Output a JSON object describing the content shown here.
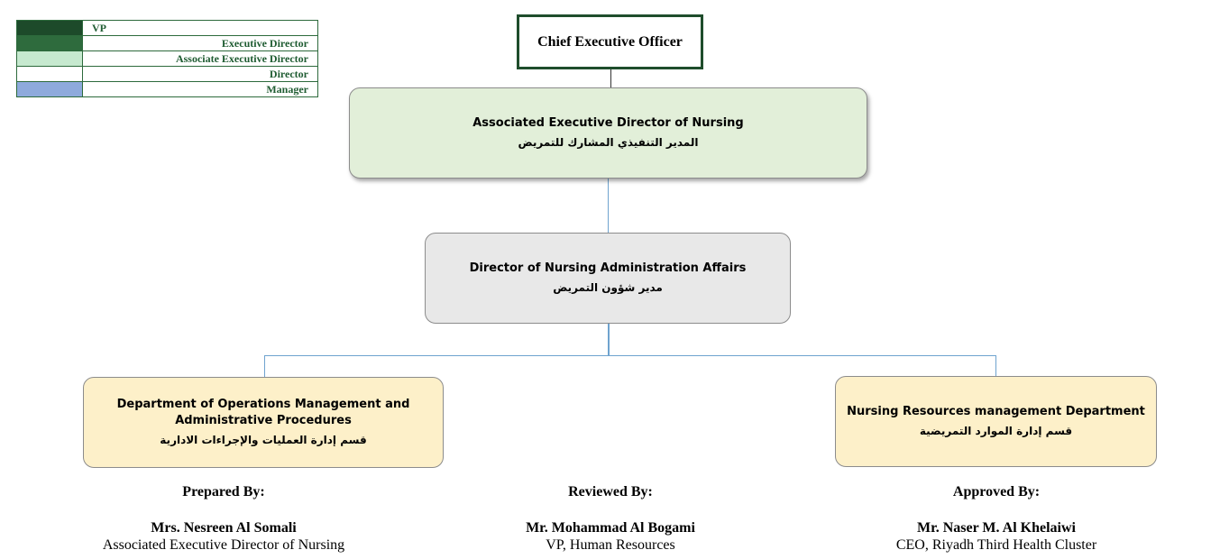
{
  "legend": [
    {
      "label": "VP",
      "color": "#1d4a2a"
    },
    {
      "label": "Executive Director",
      "color": "#2e6b3d"
    },
    {
      "label": "Associate Executive Director",
      "color": "#c6e9cf"
    },
    {
      "label": "Director",
      "color": "#ffffff"
    },
    {
      "label": "Manager",
      "color": "#8eaadc"
    }
  ],
  "org": {
    "ceo": "Chief Executive Officer",
    "aed": {
      "en": "Associated Executive Director of Nursing",
      "ar": "المدير التنفيذي المشارك للتمريض"
    },
    "director": {
      "en": "Director of Nursing Administration Affairs",
      "ar": "مدير شؤون التمريض"
    },
    "dept_left": {
      "en": "Department of Operations Management and Administrative Procedures",
      "ar": "قسم إدارة العمليات والإجراءات الادارية"
    },
    "dept_right": {
      "en": "Nursing Resources management Department",
      "ar": "قسم إدارة الموارد التمريضية"
    }
  },
  "signatures": {
    "prepared": {
      "title": "Prepared By:",
      "name": "Mrs. Nesreen Al Somali",
      "position": "Associated Executive Director of Nursing"
    },
    "reviewed": {
      "title": "Reviewed By:",
      "name": "Mr. Mohammad Al Bogami",
      "position": "VP, Human Resources"
    },
    "approved": {
      "title": "Approved By:",
      "name": "Mr. Naser M. Al Khelaiwi",
      "position": "CEO, Riyadh Third Health Cluster"
    }
  }
}
